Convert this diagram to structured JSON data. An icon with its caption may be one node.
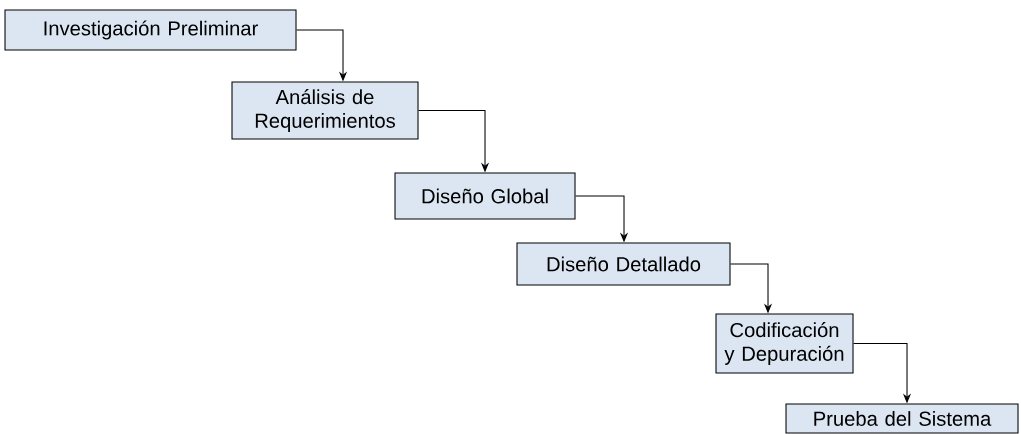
{
  "diagram": {
    "nodes": [
      {
        "text": [
          "Investigación Preliminar"
        ]
      },
      {
        "text": [
          "Análisis de Requerimientos"
        ]
      },
      {
        "text": [
          "Diseño Global"
        ]
      },
      {
        "text": [
          "Diseño Detallado"
        ]
      },
      {
        "text": [
          "Codificación y Depuración"
        ]
      },
      {
        "text": [
          "Prueba del Sistema"
        ]
      }
    ],
    "edges": [
      {
        "from": 0,
        "to": 1,
        "arrow": "to"
      },
      {
        "from": 1,
        "to": 2,
        "arrow": "to"
      },
      {
        "from": 2,
        "to": 3,
        "arrow": "to"
      },
      {
        "from": 3,
        "to": 4,
        "arrow": "to"
      },
      {
        "from": 4,
        "to": 5,
        "arrow": "to"
      }
    ]
  }
}
